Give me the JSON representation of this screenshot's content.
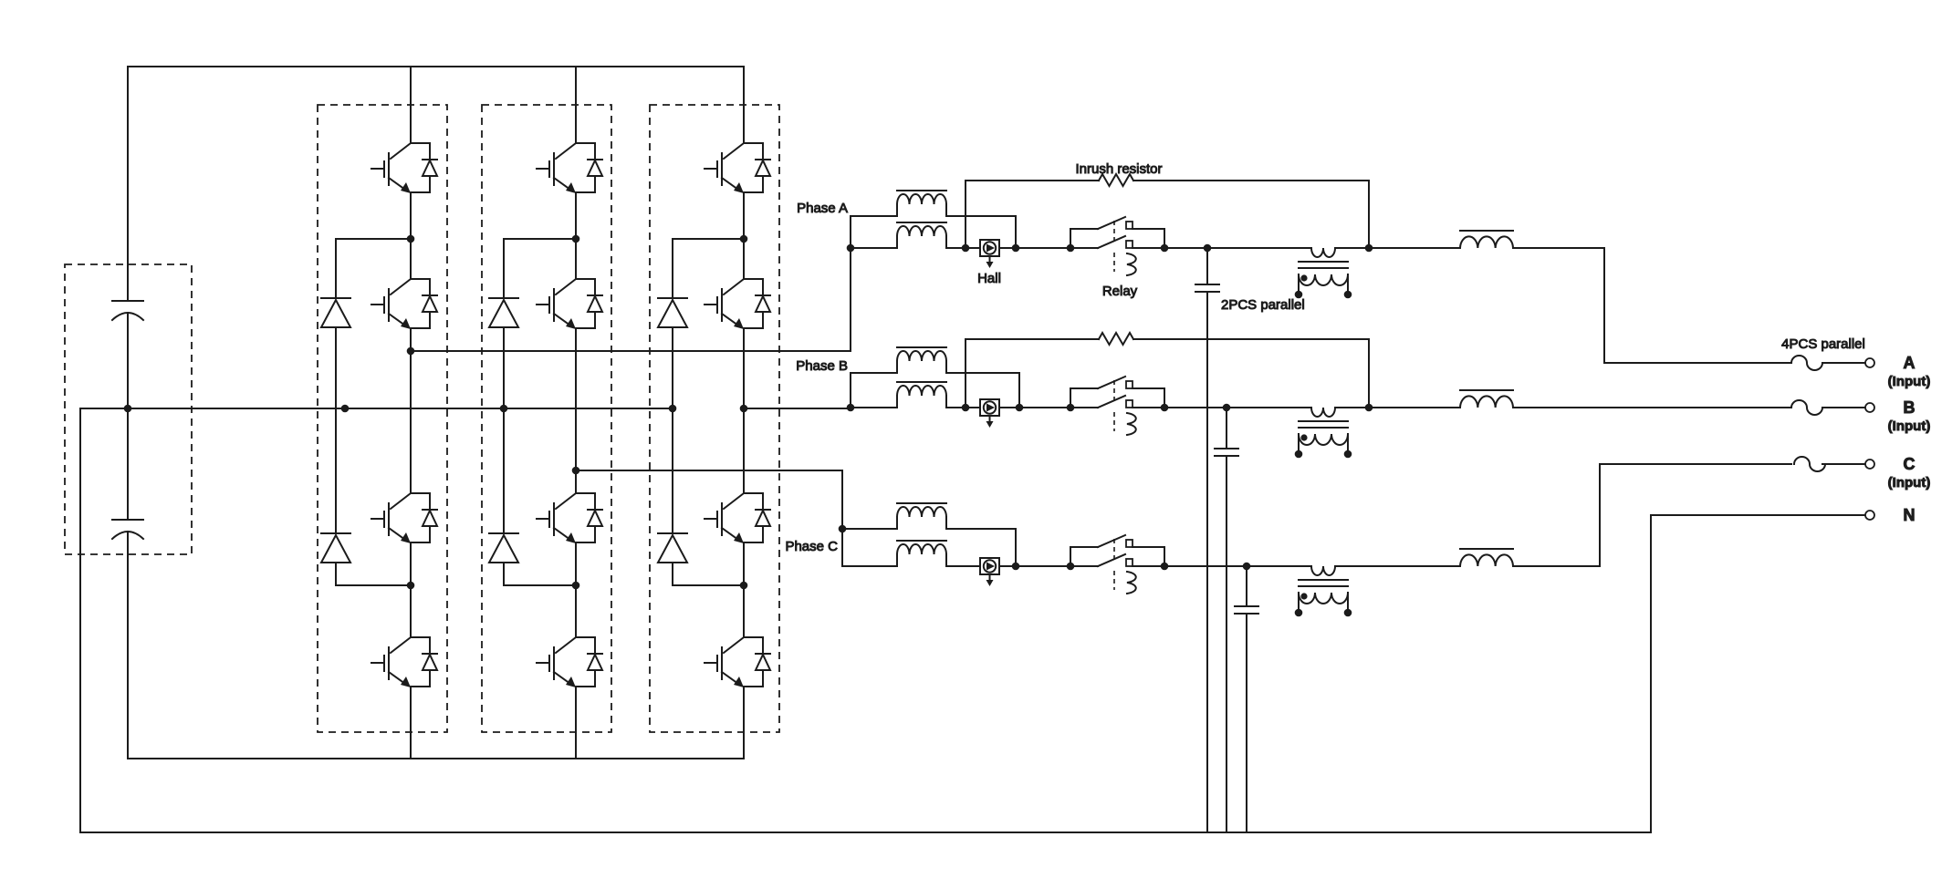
{
  "diagram": {
    "labels": {
      "phase_a": "Phase A",
      "phase_b": "Phase B",
      "phase_c": "Phase C",
      "inrush_resistor": "Inrush resistor",
      "hall": "Hall",
      "relay": "Relay",
      "capacitors_parallel": "2PCS parallel",
      "fuses_parallel": "4PCS parallel"
    },
    "terminals": [
      {
        "name": "A",
        "qualifier": "(Input)"
      },
      {
        "name": "B",
        "qualifier": "(Input)"
      },
      {
        "name": "C",
        "qualifier": "(Input)"
      },
      {
        "name": "N",
        "qualifier": ""
      }
    ],
    "colors": {
      "line": "#1b1b1b",
      "background": "#ffffff"
    }
  }
}
